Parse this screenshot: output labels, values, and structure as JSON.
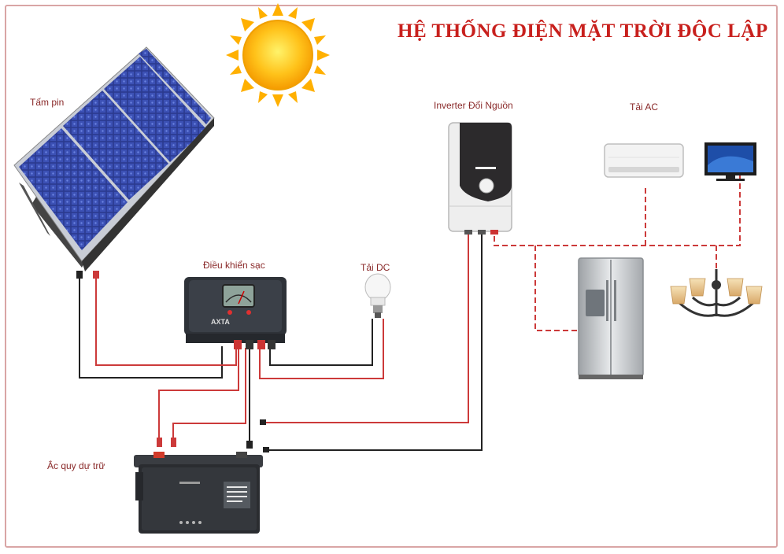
{
  "title": "HỆ THỐNG ĐIỆN MẶT TRỜI ĐỘC LẬP",
  "labels": {
    "solar_panel": "Tấm pin",
    "charge_controller": "Điều khiển sạc",
    "dc_load": "Tải DC",
    "inverter": "Inverter Đổi Nguồn",
    "ac_load": "Tải AC",
    "battery": "Ắc quy dự trữ"
  },
  "controller_brand": "AXTA",
  "colors": {
    "title": "#c8201d",
    "positive_wire": "#cc3a3a",
    "negative_wire": "#222222",
    "ac_wire": "#cc3a3a",
    "frame": "#d9a5a5"
  },
  "icons": [
    "sun-icon",
    "solar-panel-icon",
    "charge-controller-icon",
    "light-bulb-icon",
    "inverter-icon",
    "air-conditioner-icon",
    "tv-icon",
    "refrigerator-icon",
    "chandelier-icon",
    "battery-icon"
  ]
}
